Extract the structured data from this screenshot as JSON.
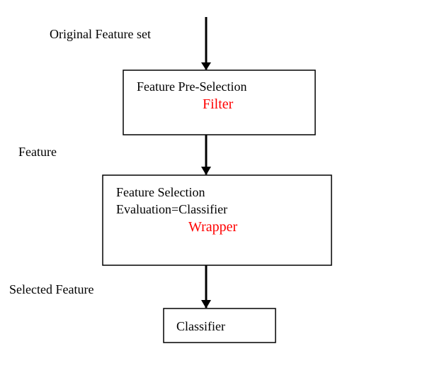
{
  "labels": {
    "original": "Original  Feature set",
    "feature": "Feature",
    "selected": "Selected Feature"
  },
  "boxes": {
    "preselect": {
      "title": "Feature Pre-Selection",
      "method": "Filter"
    },
    "selection": {
      "line1": "Feature Selection",
      "line2": "Evaluation=Classifier",
      "method": "Wrapper"
    },
    "classifier": {
      "title": "Classifier"
    }
  },
  "colors": {
    "method_text": "#ff0000",
    "lines": "#000000"
  }
}
